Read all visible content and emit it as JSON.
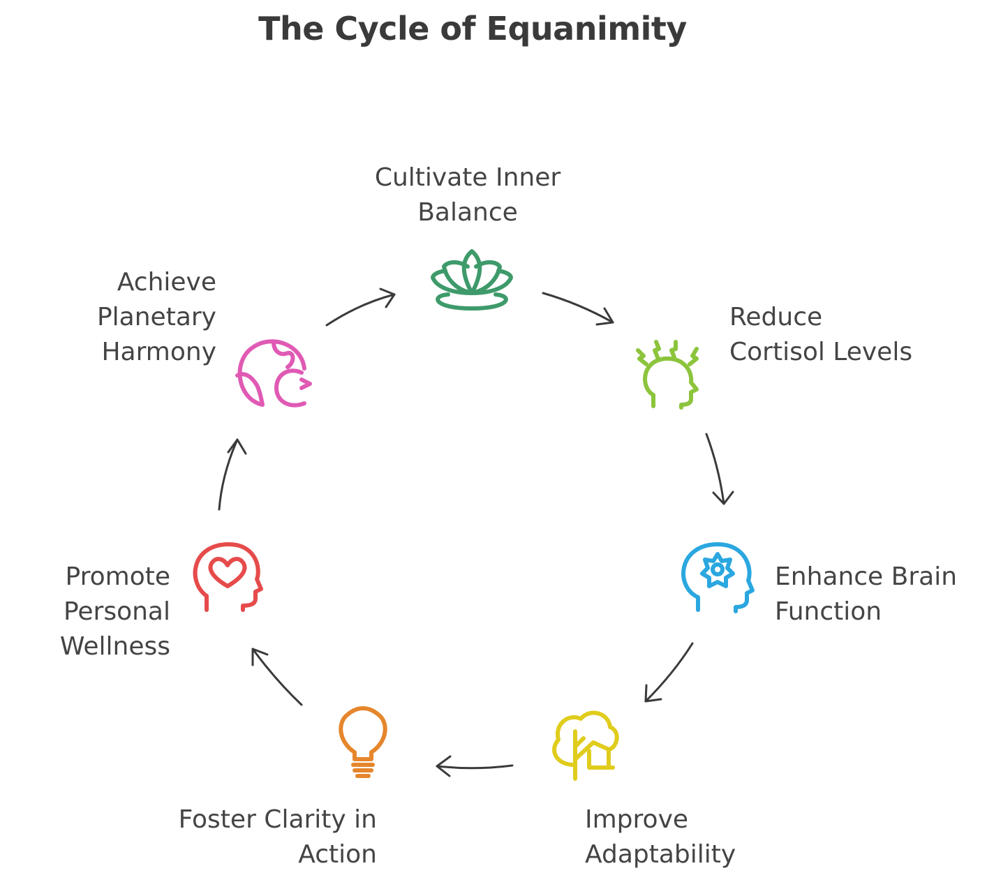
{
  "title": "The Cycle of Equanimity",
  "steps": [
    {
      "lines": [
        "Cultivate Inner",
        "Balance"
      ],
      "icon": "lotus-icon",
      "color": "#3e9a6a"
    },
    {
      "lines": [
        "Reduce",
        "Cortisol Levels"
      ],
      "icon": "stressed-head-icon",
      "color": "#8cc43c"
    },
    {
      "lines": [
        "Enhance Brain",
        "Function"
      ],
      "icon": "brain-gear-head-icon",
      "color": "#2ba7e0"
    },
    {
      "lines": [
        "Improve",
        "Adaptability"
      ],
      "icon": "tree-icon",
      "color": "#e0cc1c"
    },
    {
      "lines": [
        "Foster Clarity in",
        "Action"
      ],
      "icon": "lightbulb-icon",
      "color": "#e5862c"
    },
    {
      "lines": [
        "Promote",
        "Personal",
        "Wellness"
      ],
      "icon": "heart-head-icon",
      "color": "#e64b4b"
    },
    {
      "lines": [
        "Achieve",
        "Planetary",
        "Harmony"
      ],
      "icon": "globe-cycle-icon",
      "color": "#e05ab4"
    }
  ]
}
